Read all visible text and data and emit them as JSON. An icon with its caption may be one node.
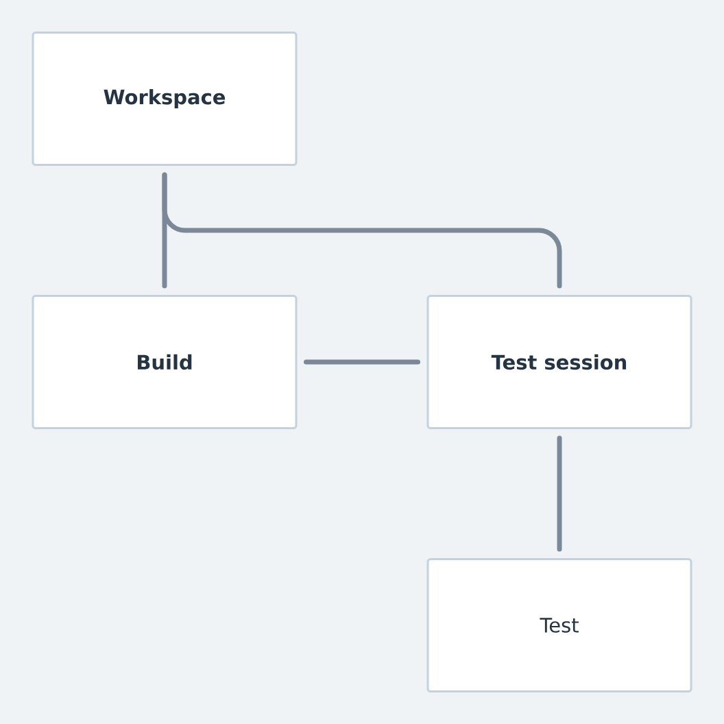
{
  "diagram": {
    "nodes": [
      {
        "text": [
          "Workspace"
        ]
      },
      {
        "text": [
          "Build"
        ]
      },
      {
        "text": [
          "Test session"
        ]
      },
      {
        "text": [
          "Test"
        ]
      }
    ],
    "edges": [
      {
        "from": 0,
        "to": 1,
        "arrow": "none"
      },
      {
        "from": 0,
        "to": 2,
        "arrow": "none"
      },
      {
        "from": 1,
        "to": 2,
        "arrow": "none"
      },
      {
        "from": 2,
        "to": 3,
        "arrow": "none"
      }
    ]
  }
}
